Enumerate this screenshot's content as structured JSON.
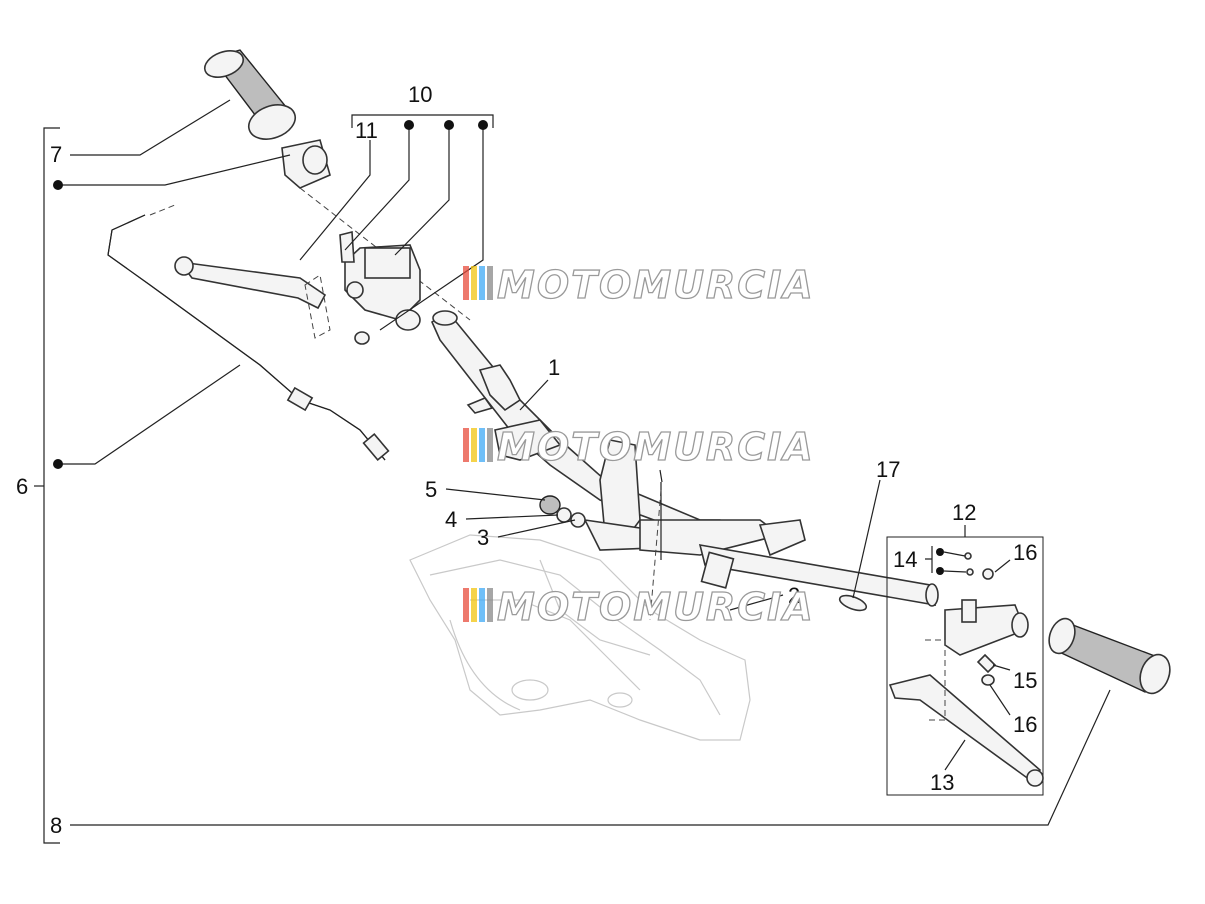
{
  "diagram": {
    "callouts": [
      "1",
      "2",
      "3",
      "4",
      "5",
      "6",
      "7",
      "8",
      "10",
      "11",
      "12",
      "13",
      "14",
      "15",
      "16",
      "16",
      "17"
    ],
    "watermark_text": "MOTOMURCIA",
    "watermark_colors": [
      "#e74c3c",
      "#f1c40f",
      "#3fa9f5",
      "#888888"
    ]
  }
}
